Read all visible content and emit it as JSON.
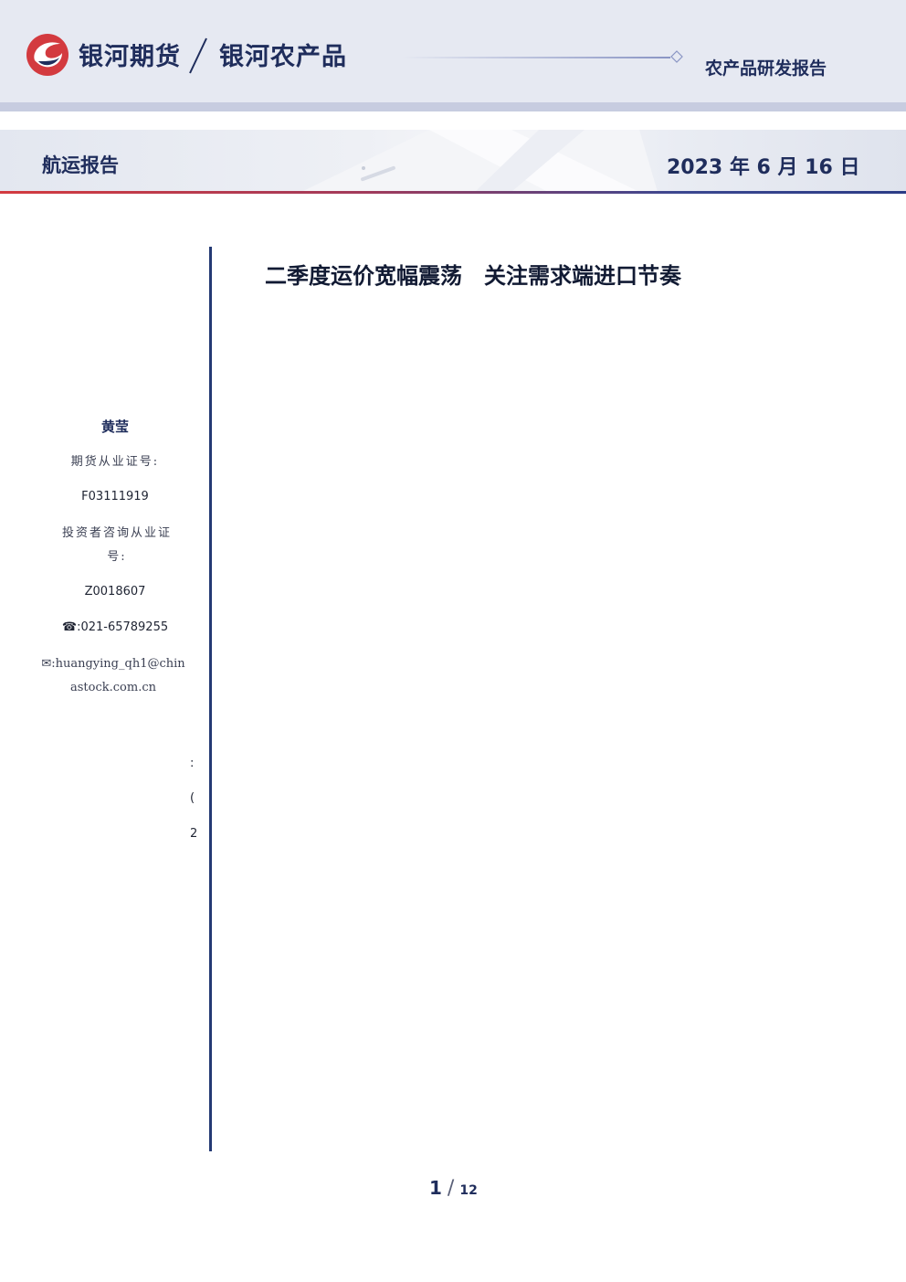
{
  "header": {
    "brand": "银河期货",
    "brand_sub": "银河农产品",
    "report_type": "农产品研发报告"
  },
  "banner": {
    "title": "航运报告",
    "date": "2023 年 6 月 16 日"
  },
  "report": {
    "title": "二季度运价宽幅震荡　关注需求端进口节奏"
  },
  "analyst": {
    "name": "黄莹",
    "license_label": "期货从业证号:",
    "license_no": "F03111919",
    "consult_label": "投资者咨询从业证号:",
    "consult_no": "Z0018607",
    "phone_icon": "☎",
    "phone": ":021-65789255",
    "email_icon": "✉",
    "email": ":huangying_qh1@chinastock.com.cn"
  },
  "cut_off": [
    ":",
    "(",
    "2"
  ],
  "pagination": {
    "current": "1",
    "separator": "/",
    "total": "12"
  },
  "colors": {
    "brand_navy": "#1f2d5c",
    "brand_red": "#d33a3f",
    "divider": "#243a74"
  },
  "icons": [
    "galaxy-logo-icon",
    "slash-icon",
    "diamond-icon",
    "phone-icon",
    "mail-icon"
  ]
}
